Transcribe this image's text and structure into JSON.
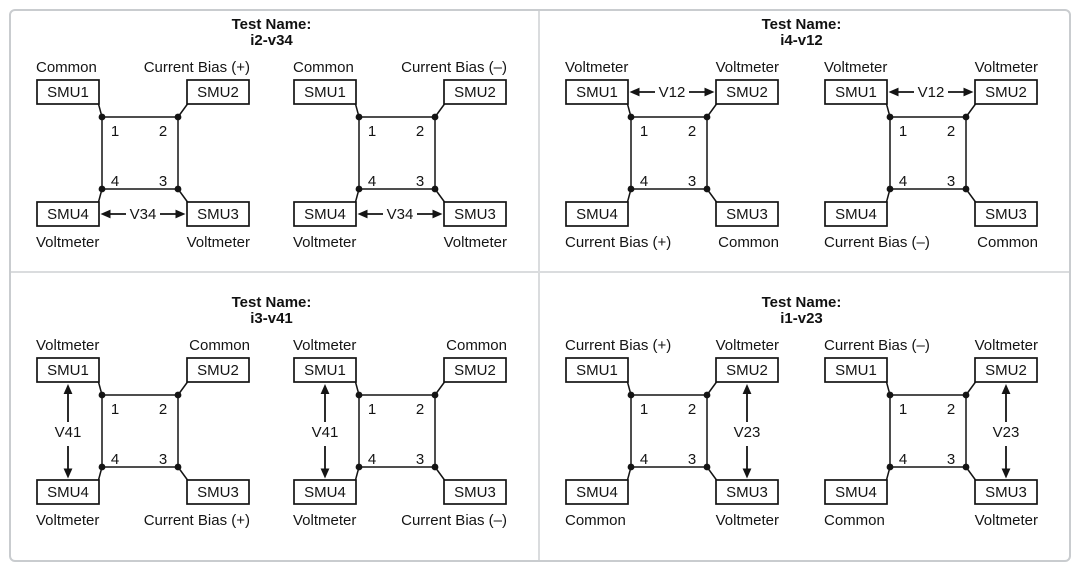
{
  "figure": {
    "background": "#ffffff",
    "ink_color": "#141414",
    "frame_border_color": "#c9cccf",
    "divider_color": "#dadcde"
  },
  "quadrants": [
    {
      "title_line1": "Test Name:",
      "title_line2": "i2-v34",
      "voltage_arrow_side": "bottom",
      "diagrams": [
        {
          "labels": {
            "tl": "Common",
            "tr": "Current Bias (+)",
            "bl": "Voltmeter",
            "br": "Voltmeter"
          },
          "boxes": {
            "tl": "SMU1",
            "tr": "SMU2",
            "bl": "SMU4",
            "br": "SMU3"
          },
          "pads": {
            "tl": "1",
            "tr": "2",
            "bl": "4",
            "br": "3"
          },
          "voltage": "V34"
        },
        {
          "labels": {
            "tl": "Common",
            "tr": "Current Bias (–)",
            "bl": "Voltmeter",
            "br": "Voltmeter"
          },
          "boxes": {
            "tl": "SMU1",
            "tr": "SMU2",
            "bl": "SMU4",
            "br": "SMU3"
          },
          "pads": {
            "tl": "1",
            "tr": "2",
            "bl": "4",
            "br": "3"
          },
          "voltage": "V34"
        }
      ]
    },
    {
      "title_line1": "Test Name:",
      "title_line2": "i4-v12",
      "voltage_arrow_side": "top",
      "diagrams": [
        {
          "labels": {
            "tl": "Voltmeter",
            "tr": "Voltmeter",
            "bl": "Current Bias (+)",
            "br": "Common"
          },
          "boxes": {
            "tl": "SMU1",
            "tr": "SMU2",
            "bl": "SMU4",
            "br": "SMU3"
          },
          "pads": {
            "tl": "1",
            "tr": "2",
            "bl": "4",
            "br": "3"
          },
          "voltage": "V12"
        },
        {
          "labels": {
            "tl": "Voltmeter",
            "tr": "Voltmeter",
            "bl": "Current Bias (–)",
            "br": "Common"
          },
          "boxes": {
            "tl": "SMU1",
            "tr": "SMU2",
            "bl": "SMU4",
            "br": "SMU3"
          },
          "pads": {
            "tl": "1",
            "tr": "2",
            "bl": "4",
            "br": "3"
          },
          "voltage": "V12"
        }
      ]
    },
    {
      "title_line1": "Test Name:",
      "title_line2": "i3-v41",
      "voltage_arrow_side": "left",
      "diagrams": [
        {
          "labels": {
            "tl": "Voltmeter",
            "tr": "Common",
            "bl": "Voltmeter",
            "br": "Current Bias (+)"
          },
          "boxes": {
            "tl": "SMU1",
            "tr": "SMU2",
            "bl": "SMU4",
            "br": "SMU3"
          },
          "pads": {
            "tl": "1",
            "tr": "2",
            "bl": "4",
            "br": "3"
          },
          "voltage": "V41"
        },
        {
          "labels": {
            "tl": "Voltmeter",
            "tr": "Common",
            "bl": "Voltmeter",
            "br": "Current Bias (–)"
          },
          "boxes": {
            "tl": "SMU1",
            "tr": "SMU2",
            "bl": "SMU4",
            "br": "SMU3"
          },
          "pads": {
            "tl": "1",
            "tr": "2",
            "bl": "4",
            "br": "3"
          },
          "voltage": "V41"
        }
      ]
    },
    {
      "title_line1": "Test Name:",
      "title_line2": "i1-v23",
      "voltage_arrow_side": "right",
      "diagrams": [
        {
          "labels": {
            "tl": "Current Bias (+)",
            "tr": "Voltmeter",
            "bl": "Common",
            "br": "Voltmeter"
          },
          "boxes": {
            "tl": "SMU1",
            "tr": "SMU2",
            "bl": "SMU4",
            "br": "SMU3"
          },
          "pads": {
            "tl": "1",
            "tr": "2",
            "bl": "4",
            "br": "3"
          },
          "voltage": "V23"
        },
        {
          "labels": {
            "tl": "Current Bias (–)",
            "tr": "Voltmeter",
            "bl": "Common",
            "br": "Voltmeter"
          },
          "boxes": {
            "tl": "SMU1",
            "tr": "SMU2",
            "bl": "SMU4",
            "br": "SMU3"
          },
          "pads": {
            "tl": "1",
            "tr": "2",
            "bl": "4",
            "br": "3"
          },
          "voltage": "V23"
        }
      ]
    }
  ]
}
